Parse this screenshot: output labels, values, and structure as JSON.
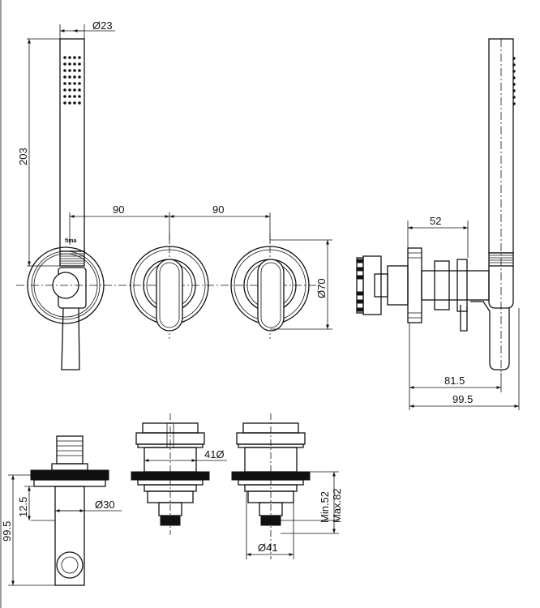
{
  "dimensions": {
    "handshower_diameter": "Ø23",
    "handshower_height": "203",
    "spacing_left": "90",
    "spacing_right": "90",
    "rosette_diameter": "Ø70",
    "side_width": "52",
    "side_depth_a": "81.5",
    "side_depth_b": "99.5",
    "bottom_height": "99.5",
    "bottom_offset": "12.5",
    "outlet_diameter": "Ø30",
    "body_diameter": "41Ø",
    "min_depth": "Min.52",
    "max_depth": "Max.82",
    "valve_diameter": "Ø41"
  },
  "brand_mark": "fima"
}
